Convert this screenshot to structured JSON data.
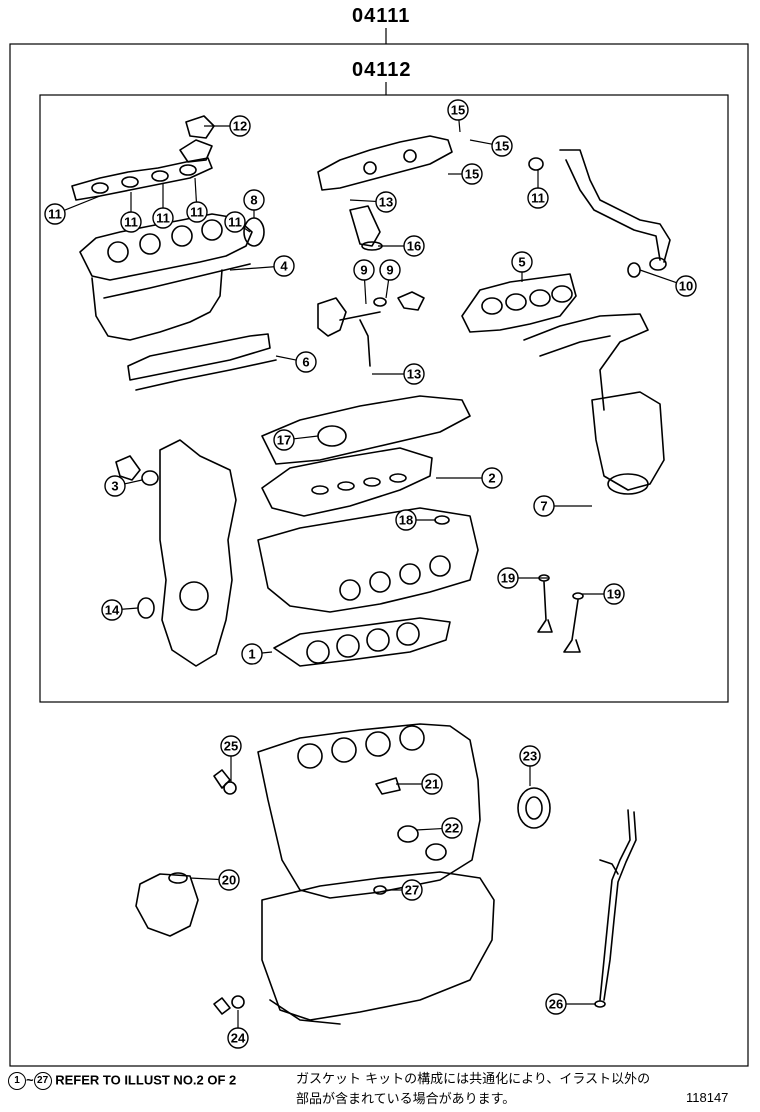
{
  "outer_group_code": "04111",
  "inner_group_code": "04112",
  "callouts": [
    "1",
    "2",
    "3",
    "4",
    "5",
    "6",
    "7",
    "8",
    "9",
    "9",
    "10",
    "11",
    "11",
    "11",
    "11",
    "11",
    "11",
    "12",
    "13",
    "13",
    "14",
    "15",
    "15",
    "15",
    "16",
    "17",
    "18",
    "19",
    "19",
    "20",
    "21",
    "22",
    "23",
    "24",
    "25",
    "26",
    "27"
  ],
  "footer": {
    "range_start": "1",
    "range_sep": "~",
    "range_end": "27",
    "ref_text": "REFER TO ILLUST NO.2 OF 2",
    "jp_line1": "ガスケット キットの構成には共通化により、イラスト以外の",
    "jp_line2": "部品が含まれている場合があります。",
    "illust_id": "118147"
  },
  "colors": {
    "line": "#000000",
    "background": "#ffffff"
  }
}
